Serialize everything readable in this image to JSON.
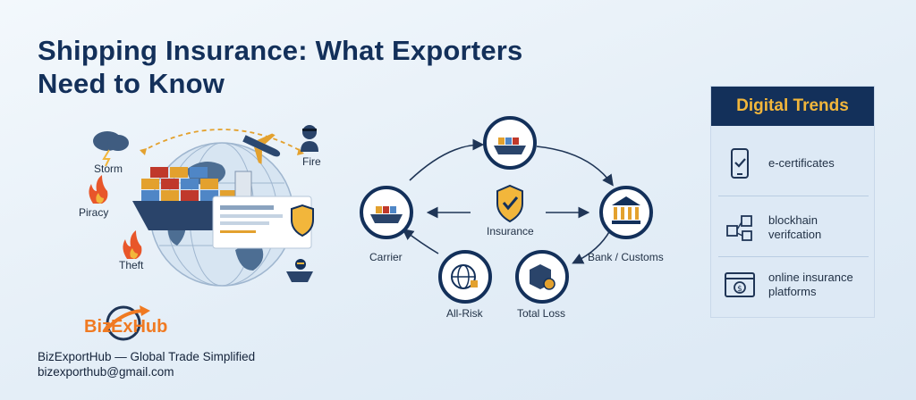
{
  "title": {
    "line1": "Shipping Insurance: What Exporters",
    "line2": "Need to Know"
  },
  "risks": {
    "storm": "Storm",
    "fire": "Fire",
    "piracy": "Piracy",
    "theft": "Theft"
  },
  "flow": {
    "center": "Insurance",
    "carrier": "Carrier",
    "bank": "Bank / Customs",
    "all_risk": "All-Risk",
    "total_loss": "Total Loss"
  },
  "panel": {
    "heading": "Digital Trends",
    "items": [
      {
        "label": "e-certificates",
        "icon": "phone-check-icon"
      },
      {
        "label": "blockhain verifcation",
        "icon": "blockchain-cubes-icon"
      },
      {
        "label": "online insurance platforms",
        "icon": "browser-dollar-icon"
      }
    ]
  },
  "brand": {
    "logo_text": "BizExHub",
    "tagline": "BizExportHub — Global Trade Simplified",
    "email": "bizexporthub@gmail.com"
  },
  "colors": {
    "navy": "#13305a",
    "gold": "#f2b63b",
    "orange": "#f07a22"
  }
}
